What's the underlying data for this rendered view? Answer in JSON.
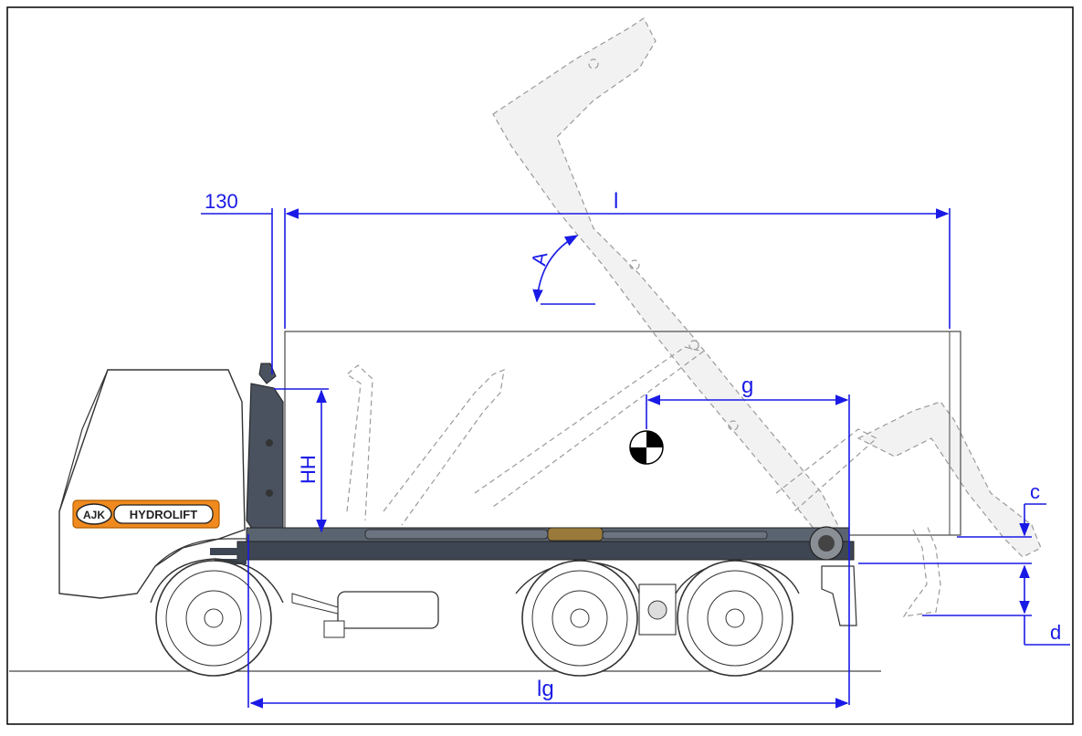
{
  "diagram": {
    "labels": {
      "offset_130": "130",
      "length_l": "l",
      "angle_a": "A",
      "height_hh": "HH",
      "cog_g": "g",
      "c": "c",
      "d": "d",
      "length_lg": "lg"
    },
    "logo": {
      "mark": "AJK",
      "brand": "HYDROLIFT"
    },
    "colors": {
      "dimension": "#1a1ae6",
      "frame": "#000000",
      "ghost": "#9a9a9a",
      "chassis": "#3d4652",
      "logo_orange": "#f08a1e"
    }
  }
}
